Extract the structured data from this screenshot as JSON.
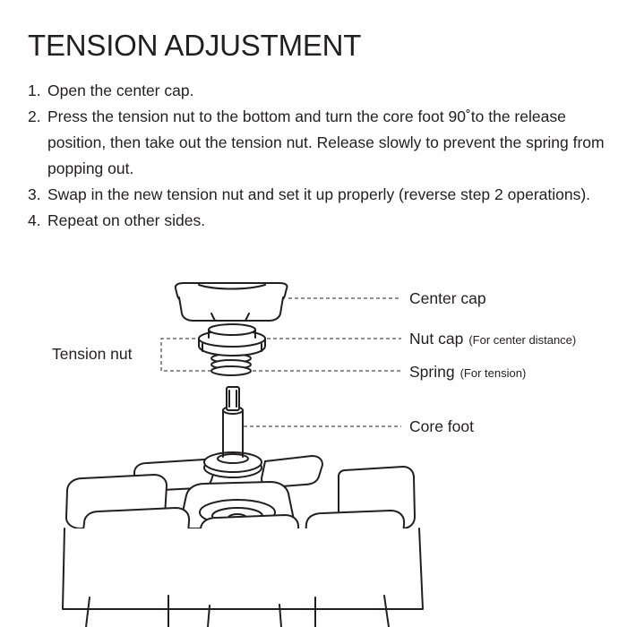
{
  "title": "TENSION ADJUSTMENT",
  "steps": [
    {
      "num": "1.",
      "text": "Open the center cap."
    },
    {
      "num": "2.",
      "text": "Press the tension nut to the bottom and turn the core foot 90˚to the release position, then take out the tension nut. Release slowly to prevent the spring from popping out."
    },
    {
      "num": "3.",
      "text": "Swap in the new tension nut and set it up properly (reverse step 2 operations)."
    },
    {
      "num": "4.",
      "text": "Repeat on other sides."
    }
  ],
  "diagram": {
    "labels": {
      "center_cap": "Center cap",
      "nut_cap": "Nut cap",
      "nut_cap_note": "(For center distance)",
      "spring": "Spring",
      "spring_note": "(For tension)",
      "core_foot": "Core foot",
      "tension_nut": "Tension nut"
    }
  }
}
